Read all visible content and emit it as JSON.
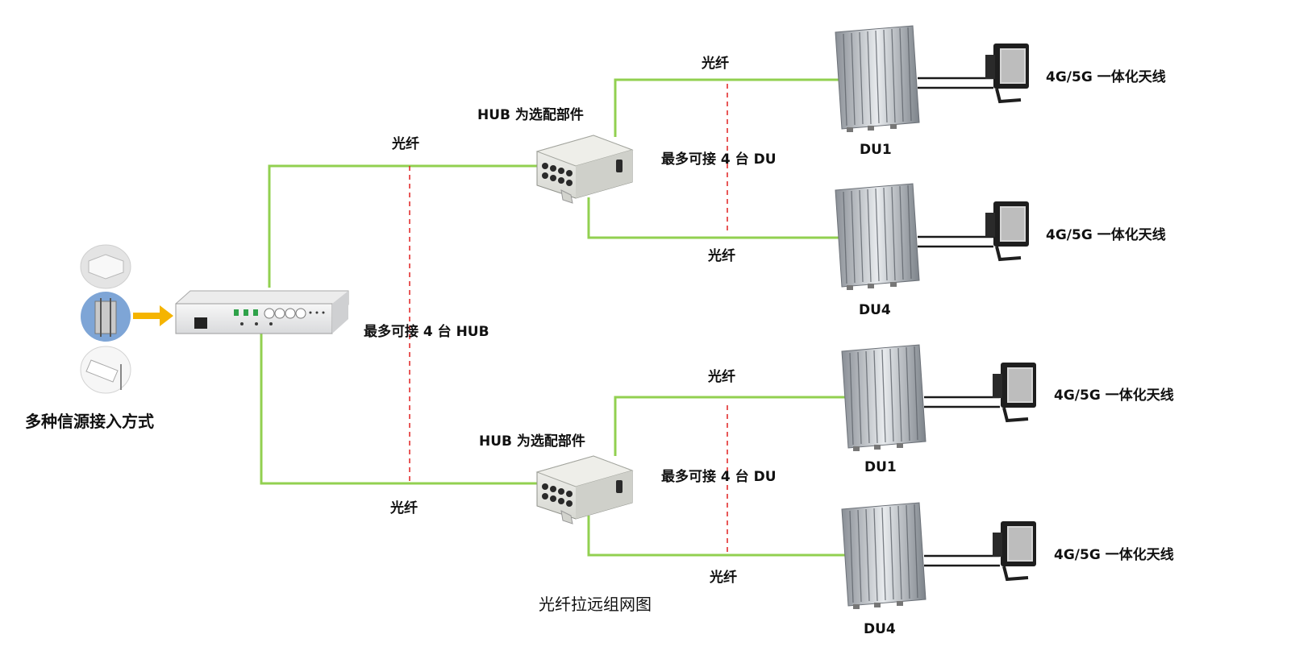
{
  "colors": {
    "fiber": "#92d050",
    "dash": "#e02020",
    "arrow": "#f5b400",
    "text": "#111111"
  },
  "labels": {
    "sources": "多种信源接入方式",
    "fiber": "光纤",
    "hub_optional": "HUB 为选配部件",
    "max_hub": "最多可接 4 台 HUB",
    "max_du": "最多可接 4 台 DU",
    "antenna": "4G/5G 一体化天线",
    "du1": "DU1",
    "du4": "DU4",
    "title": "光纤拉远组网图"
  },
  "icons": {
    "ceiling_antenna": "ceiling-antenna-icon",
    "cell_tower": "cell-tower-icon",
    "panel_antenna": "panel-antenna-icon",
    "main_unit": "rack-unit-icon",
    "hub": "hub-box-icon",
    "du": "du-heatsink-icon",
    "antenna": "floodlight-antenna-icon"
  }
}
